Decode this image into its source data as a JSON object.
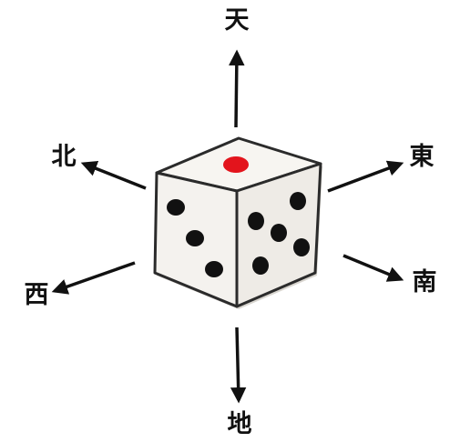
{
  "directions": {
    "up": "天",
    "down": "地",
    "northwest": "北",
    "east": "東",
    "southeast": "南",
    "west": "西"
  },
  "die": {
    "top_face_pips": 1,
    "left_face_pips": 3,
    "right_face_pips": 5
  },
  "colors": {
    "pip": "#111111",
    "top_pip": "#e3141c",
    "arrow": "#111111",
    "face_top": "#f7f5f1",
    "face_left": "#f4f2ee",
    "face_right": "#eeebe6",
    "die_outline": "#2b2b2b"
  }
}
